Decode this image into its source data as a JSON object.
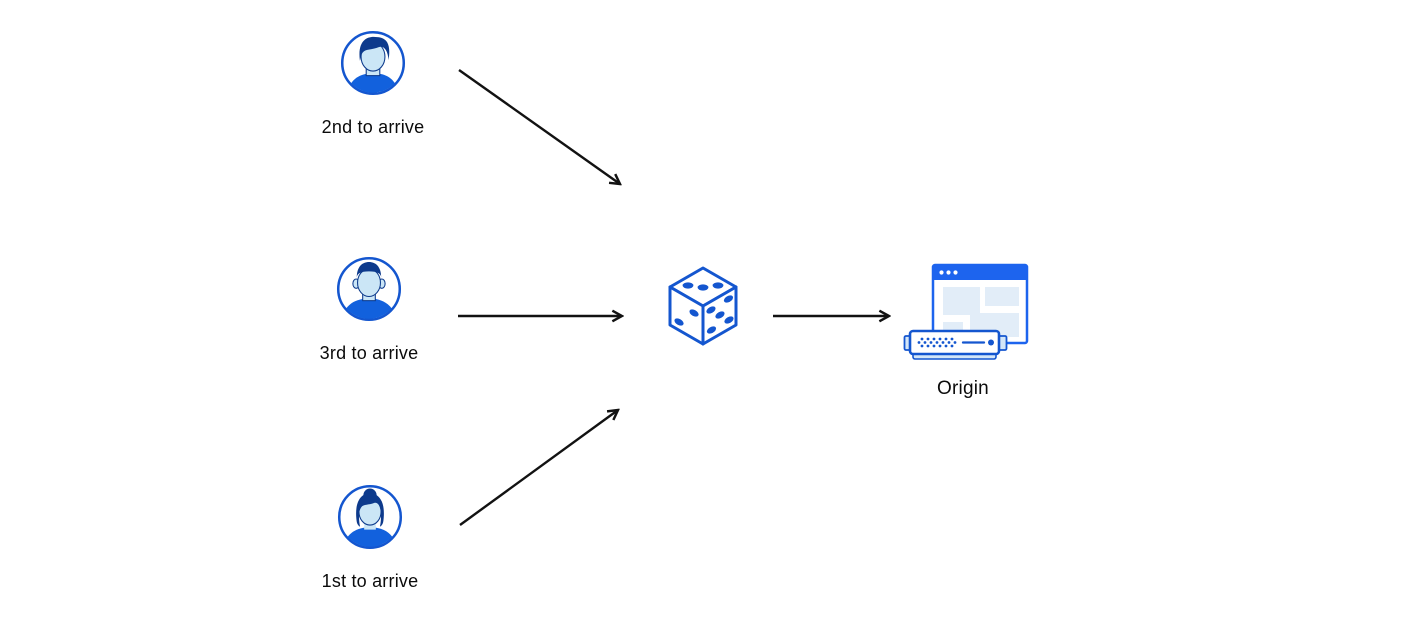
{
  "colors": {
    "background": "#ffffff",
    "primary_blue": "#1456cf",
    "titlebar_blue": "#1d64ee",
    "dark_hair_blue": "#0d3a8c",
    "skin_light_blue": "#cbe6f6",
    "shirt_blue": "#1261dd",
    "panel_light_blue": "#e2edf8",
    "server_tab_blue": "#d3e6f8",
    "arrow_color": "#121212",
    "text_color": "#0b0b0b"
  },
  "nodes": {
    "second_arrival": {
      "label": "2nd to arrive",
      "icon": "male-avatar-icon"
    },
    "third_arrival": {
      "label": "3rd to arrive",
      "icon": "male-avatar-icon"
    },
    "first_arrival": {
      "label": "1st to arrive",
      "icon": "female-avatar-icon"
    },
    "randomizer": {
      "icon": "dice-icon"
    },
    "origin": {
      "label": "Origin",
      "icon": "origin-server-icon"
    }
  },
  "edges": [
    {
      "from": "second_arrival",
      "to": "randomizer"
    },
    {
      "from": "third_arrival",
      "to": "randomizer"
    },
    {
      "from": "first_arrival",
      "to": "randomizer"
    },
    {
      "from": "randomizer",
      "to": "origin"
    }
  ]
}
